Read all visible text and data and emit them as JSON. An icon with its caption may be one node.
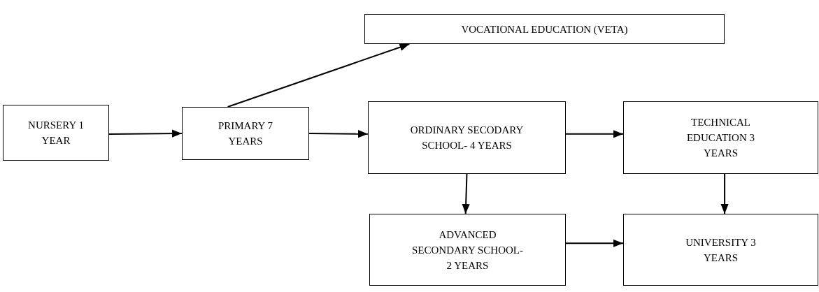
{
  "diagram": {
    "nodes": [
      {
        "text": [
          "NURSERY 1 YEAR"
        ]
      },
      {
        "text": [
          "PRIMARY 7 YEARS"
        ]
      },
      {
        "text": [
          "VOCATIONAL EDUCATION (VETA)"
        ]
      },
      {
        "text": [
          "ORDINARY SECODARY SCHOOL- 4 YEARS"
        ]
      },
      {
        "text": [
          "TECHNICAL EDUCATION 3 YEARS"
        ]
      },
      {
        "text": [
          "ADVANCED SECONDARY SCHOOL-2 YEARS"
        ]
      },
      {
        "text": [
          "UNIVERSITY 3 YEARS"
        ]
      }
    ],
    "edges": [
      {
        "from": 0,
        "to": 1,
        "arrow": "to"
      },
      {
        "from": 1,
        "to": 2,
        "arrow": "to"
      },
      {
        "from": 1,
        "to": 3,
        "arrow": "to"
      },
      {
        "from": 3,
        "to": 4,
        "arrow": "to"
      },
      {
        "from": 3,
        "to": 5,
        "arrow": "to"
      },
      {
        "from": 4,
        "to": 6,
        "arrow": "to"
      },
      {
        "from": 5,
        "to": 6,
        "arrow": "to"
      }
    ]
  }
}
